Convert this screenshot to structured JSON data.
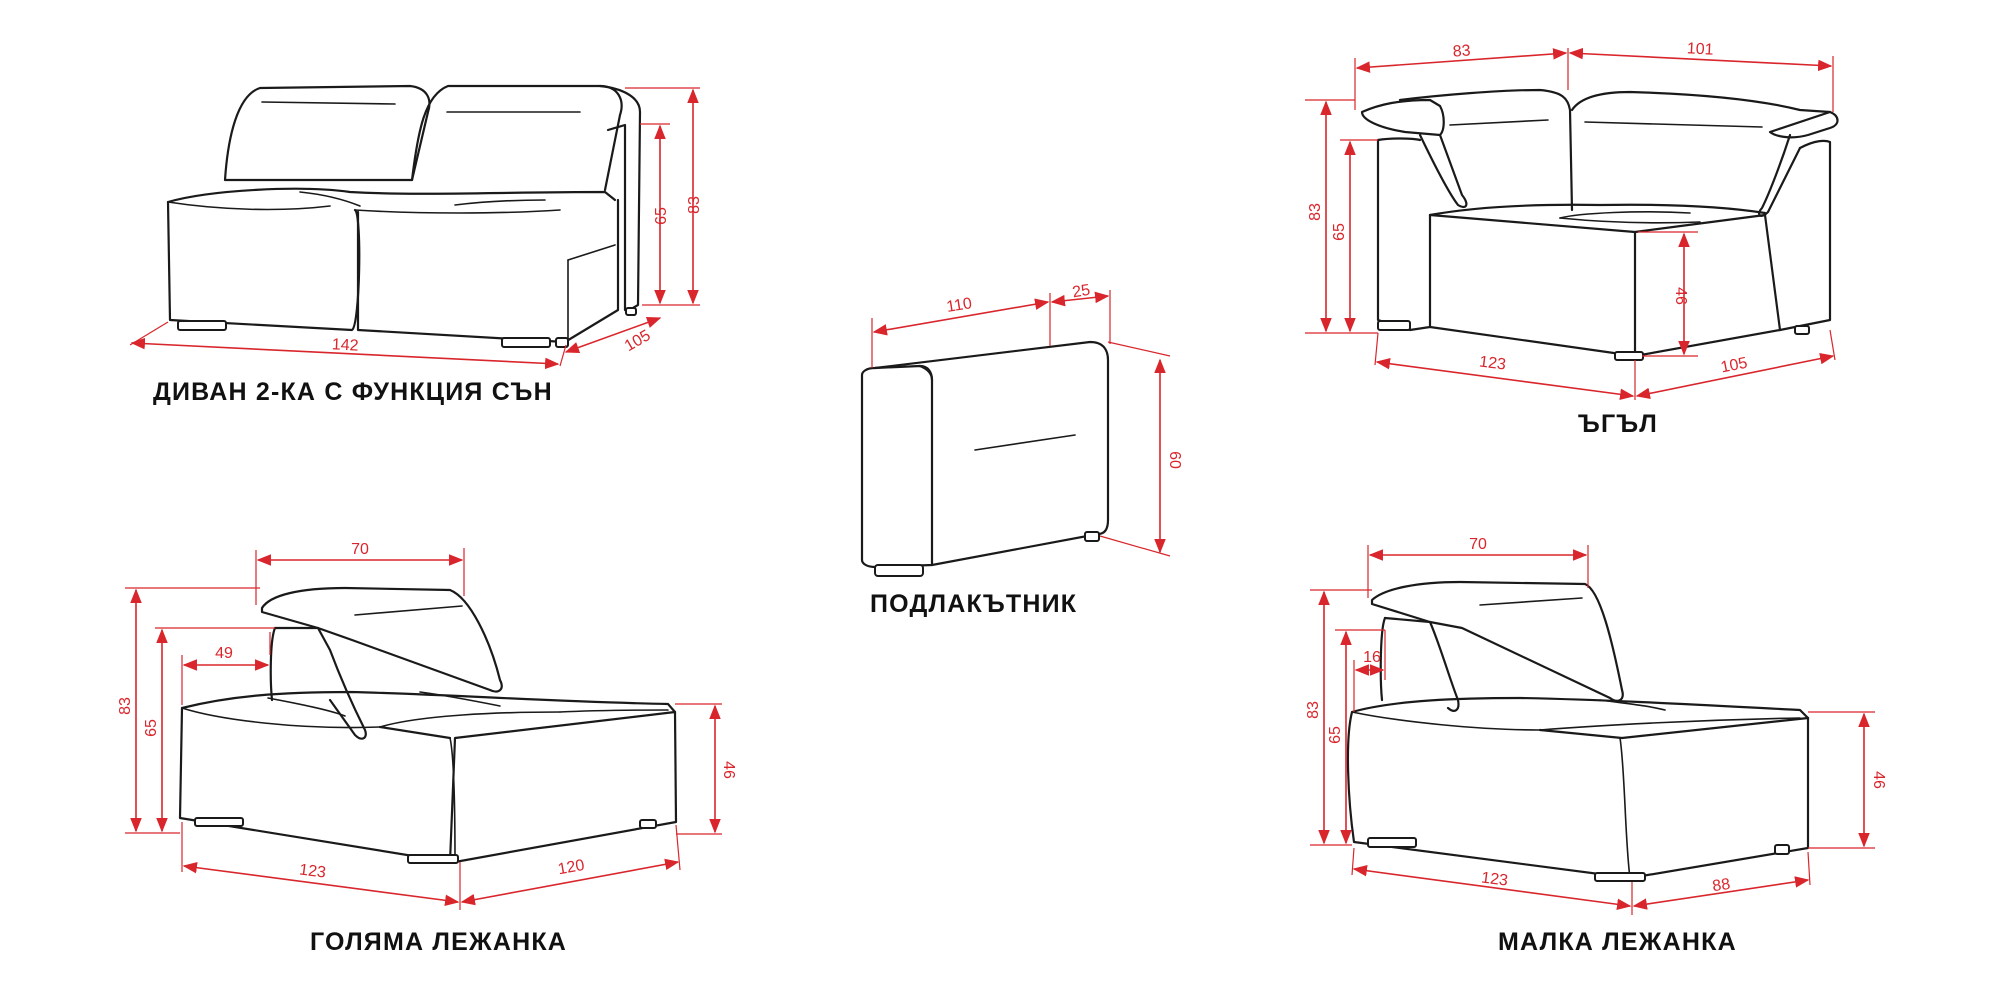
{
  "colors": {
    "dimension": "#d9262c",
    "outline": "#1a1a1a",
    "background": "#ffffff"
  },
  "modules": {
    "sofa_bed": {
      "title": "ДИВАН 2-КА С ФУНКЦИЯ СЪН",
      "dims": {
        "width": "142",
        "depth": "105",
        "height": "83",
        "seat_back": "65"
      }
    },
    "armrest": {
      "title": "ПОДЛАКЪТНИК",
      "dims": {
        "length": "110",
        "width": "25",
        "height": "60"
      }
    },
    "corner": {
      "title": "ЪГЪЛ",
      "dims": {
        "top_left": "83",
        "top_right": "101",
        "height": "83",
        "back": "65",
        "seat": "46",
        "width": "123",
        "depth": "105"
      }
    },
    "large_chaise": {
      "title": "ГОЛЯМА ЛЕЖАНКА",
      "dims": {
        "back_width": "70",
        "arm_offset": "49",
        "height": "83",
        "back": "65",
        "seat": "46",
        "width": "123",
        "depth": "120"
      }
    },
    "small_chaise": {
      "title": "МАЛКА ЛЕЖАНКА",
      "dims": {
        "back_width": "70",
        "arm_offset": "16",
        "height": "83",
        "back": "65",
        "seat": "46",
        "width": "123",
        "depth": "88"
      }
    }
  }
}
